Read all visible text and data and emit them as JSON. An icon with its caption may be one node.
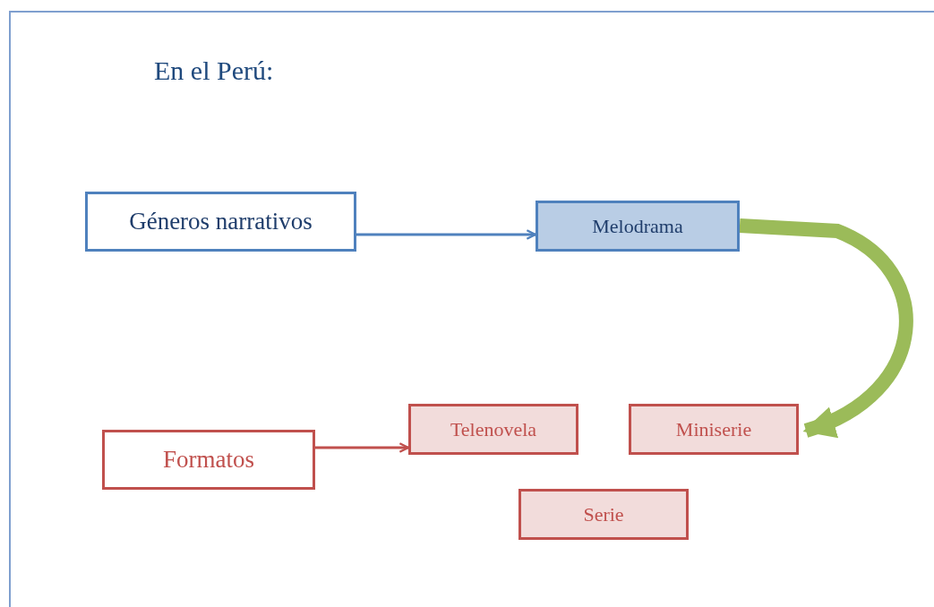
{
  "diagram": {
    "title": "En el Perú:",
    "nodes": [
      {
        "text": [
          "Géneros narrativos"
        ]
      },
      {
        "text": [
          "Melodrama"
        ]
      },
      {
        "text": [
          "Telenovela"
        ]
      },
      {
        "text": [
          "Miniserie"
        ]
      },
      {
        "text": [
          "Formatos"
        ]
      },
      {
        "text": [
          "Serie"
        ]
      }
    ],
    "edges": [
      {
        "from": 0,
        "to": 1,
        "arrow": "to",
        "color": "#4f81bd"
      },
      {
        "from": 1,
        "to": 3,
        "arrow": "to",
        "style": "thick",
        "color": "#9bbb59"
      },
      {
        "from": 4,
        "to": 2,
        "arrow": "to",
        "color": "#c0504d"
      }
    ]
  }
}
